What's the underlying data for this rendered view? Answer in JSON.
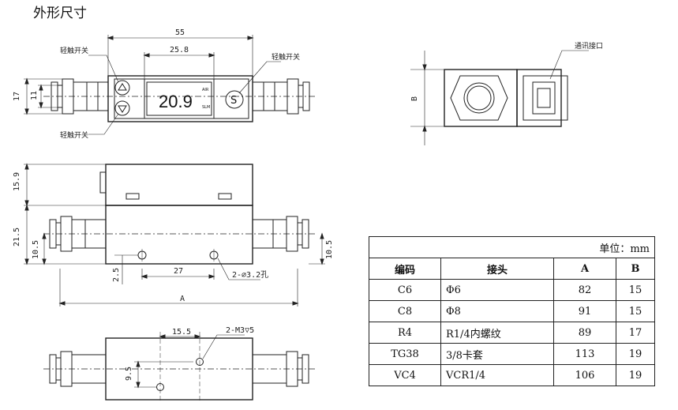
{
  "title": "外形尺寸",
  "labels": {
    "tactile_switch": "轻触开关",
    "comm_port": "通讯接口",
    "hole_note": "2-∅3.2孔",
    "thread_note": "2-M3▽5",
    "lcd_value": "20.9",
    "lcd_air": "AIR",
    "lcd_slm": "SLM",
    "s_button": "S"
  },
  "dims": {
    "d55": "55",
    "d25_8": "25.8",
    "d17": "17",
    "d11": "11",
    "d15_9": "15.9",
    "d21_5": "21.5",
    "d10_5_left": "10.5",
    "d10_5_right": "10.5",
    "d2_5": "2.5",
    "d27": "27",
    "dA": "A",
    "dB": "B",
    "d15_5": "15.5",
    "d9_5": "9.5"
  },
  "table": {
    "unit": "单位：mm",
    "headers": [
      "编码",
      "接头",
      "A",
      "B"
    ],
    "rows": [
      [
        "C6",
        "Φ6",
        "82",
        "15"
      ],
      [
        "C8",
        "Φ8",
        "91",
        "15"
      ],
      [
        "R4",
        "R1/4内螺纹",
        "89",
        "17"
      ],
      [
        "TG38",
        "3/8卡套",
        "113",
        "19"
      ],
      [
        "VC4",
        "VCR1/4",
        "106",
        "19"
      ]
    ]
  }
}
